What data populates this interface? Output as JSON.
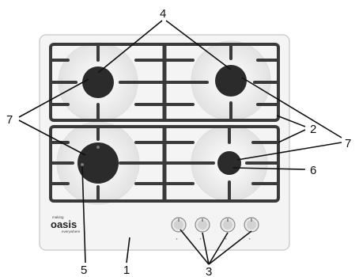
{
  "brand": {
    "prefix": "making",
    "name": "oasis",
    "suffix": "everywhere"
  },
  "callouts": {
    "grates": "2",
    "knobs": "3",
    "burners_top": "4",
    "large_burner": "5",
    "small_burner": "6",
    "burner_flames": "7",
    "cooktop_surface": "1"
  },
  "knob_marks": [
    "∘",
    "∘",
    "∘",
    "∘"
  ],
  "colors": {
    "surface": "#f4f4f4",
    "grate": "#3a3a3a",
    "burner_cap": "#2b2b2b",
    "line": "#111111"
  }
}
